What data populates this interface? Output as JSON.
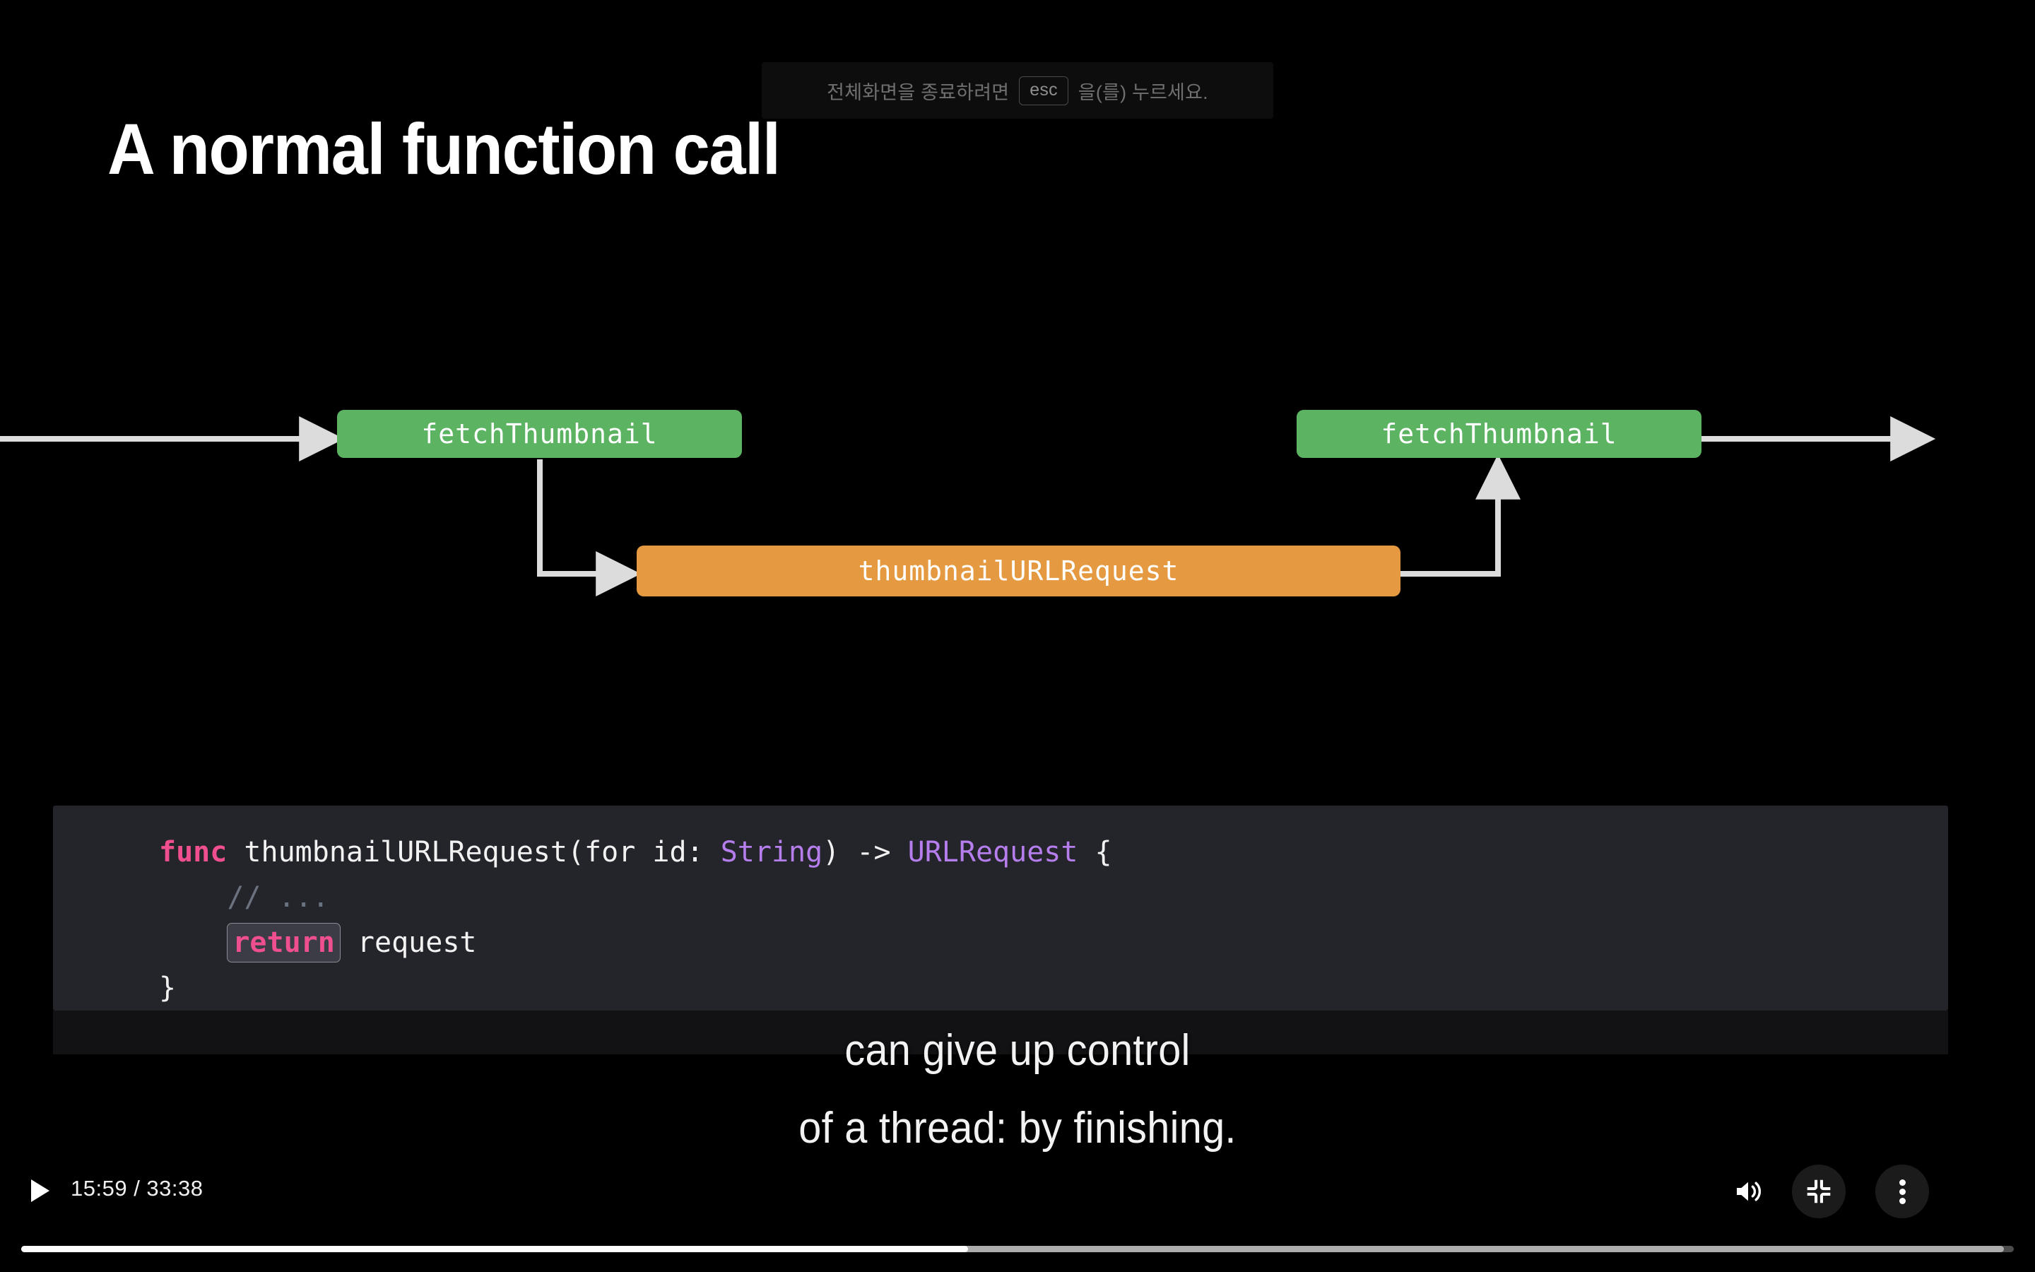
{
  "toast": {
    "prefix": "전체화면을 종료하려면",
    "key": "esc",
    "suffix": "을(를) 누르세요."
  },
  "slide": {
    "title": "A normal function call"
  },
  "diagram": {
    "nodes": [
      {
        "id": "fetch-left",
        "label": "fetchThumbnail",
        "color": "#5cb463"
      },
      {
        "id": "request",
        "label": "thumbnailURLRequest",
        "color": "#e59a41"
      },
      {
        "id": "fetch-right",
        "label": "fetchThumbnail",
        "color": "#5cb463"
      }
    ],
    "arrow_color": "#dcdcdc"
  },
  "code": {
    "line1_kw": "func",
    "line1_name": " thumbnailURLRequest(for id: ",
    "line1_type1": "String",
    "line1_mid": ") -> ",
    "line1_type2": "URLRequest",
    "line1_end": " {",
    "line2_comment": "    // ...",
    "line3_indent": "    ",
    "line3_kw": "return",
    "line3_rest": " request",
    "line4": "}",
    "colors": {
      "background": "#24242b",
      "keyword": "#ef4f8e",
      "type": "#b57eec",
      "comment": "#6b7280",
      "plain": "#f2f2f2",
      "highlight_bg": "#3c3c45",
      "highlight_border": "#8b8b97"
    }
  },
  "subtitles": {
    "line1": "can give up control",
    "line2": "of a thread: by finishing."
  },
  "player": {
    "play_label": "play-icon",
    "current_time": "15:59",
    "total_time": "33:38",
    "time_display": "15:59 / 33:38",
    "progress_percent": 47.5,
    "buffered_percent": 102.5,
    "volume_icon": "volume-high-icon",
    "fullscreen_icon": "exit-fullscreen-icon",
    "more_icon": "more-vertical-icon"
  }
}
